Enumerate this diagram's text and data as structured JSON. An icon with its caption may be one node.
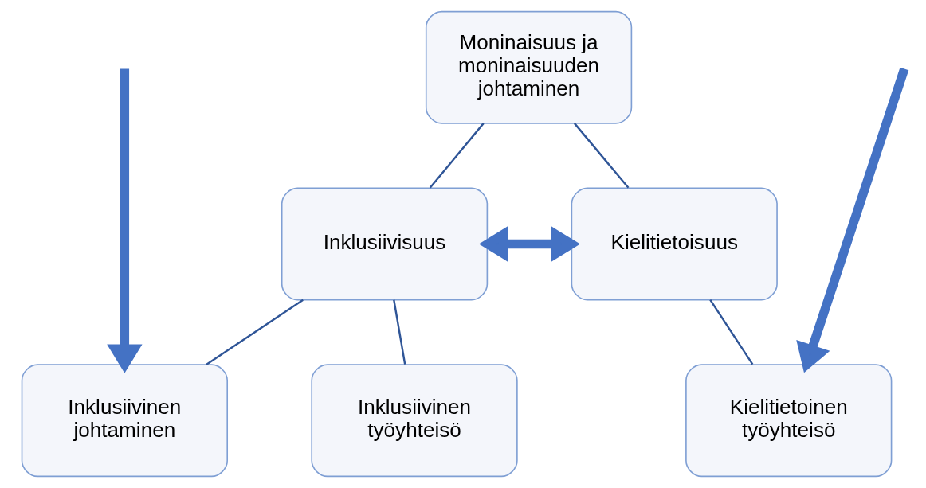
{
  "diagram": {
    "nodes": [
      {
        "text": [
          "Moninaisuus ja moninaisuuden johtaminen"
        ]
      },
      {
        "text": [
          "Inklusiivisuus"
        ]
      },
      {
        "text": [
          "Kielitietoisuus"
        ]
      },
      {
        "text": [
          "Inklusiivinen johtaminen"
        ]
      },
      {
        "text": [
          "Inklusiivinen työyhteisö"
        ]
      },
      {
        "text": [
          "Kielitietoinen työyhteisö"
        ]
      }
    ],
    "edges": [
      {
        "from": 0,
        "to": 1,
        "arrow": "none"
      },
      {
        "from": 0,
        "to": 2,
        "arrow": "none"
      },
      {
        "from": 1,
        "to": 2,
        "arrow": "both",
        "style": "thick"
      },
      {
        "from": 1,
        "to": 3,
        "arrow": "none"
      },
      {
        "from": 1,
        "to": 4,
        "arrow": "none"
      },
      {
        "from": 2,
        "to": 5,
        "arrow": "none"
      },
      {
        "from": null,
        "to": 3,
        "arrow": "to",
        "style": "thick"
      },
      {
        "from": null,
        "to": 5,
        "arrow": "to",
        "style": "thick"
      }
    ]
  }
}
